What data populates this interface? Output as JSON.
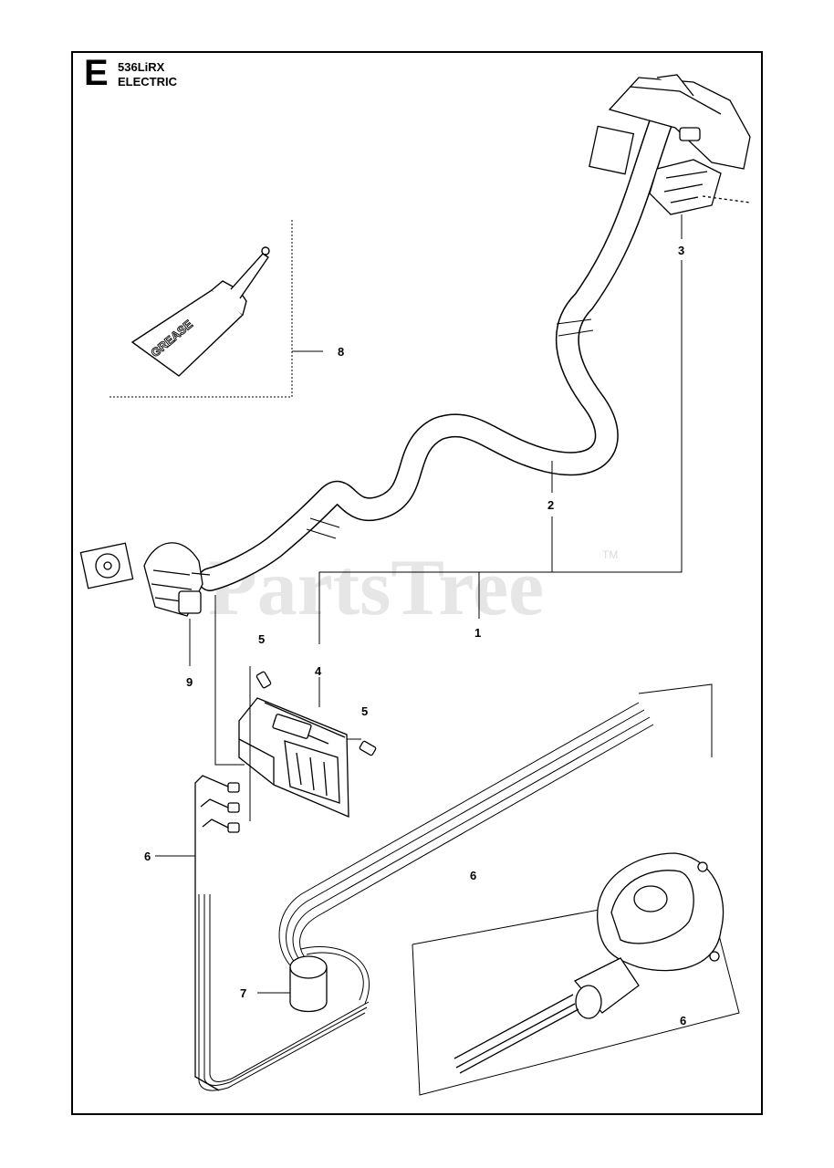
{
  "header": {
    "section_letter": "E",
    "model": "536LiRX",
    "section_name": "ELECTRIC"
  },
  "watermark": {
    "text": "PartsTree",
    "tm": "TM"
  },
  "grease_label": "GREASE",
  "callouts": {
    "c1": "1",
    "c2": "2",
    "c3": "3",
    "c4": "4",
    "c5a": "5",
    "c5b": "5",
    "c6a": "6",
    "c6b": "6",
    "c6c": "6",
    "c7": "7",
    "c8": "8",
    "c9": "9"
  }
}
